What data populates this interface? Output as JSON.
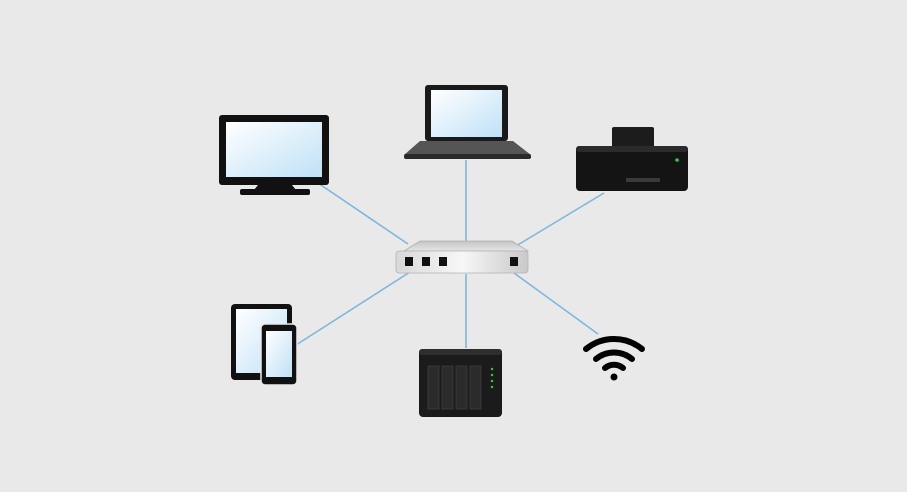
{
  "diagram": {
    "background": "#e9e9e9",
    "link_color": "#7eb6dd",
    "device_color": "#111111",
    "screen_tint": "#d4ecfb",
    "hub": {
      "icon": "network-switch-icon",
      "port_count": 4
    },
    "devices": [
      {
        "id": "monitor",
        "icon": "monitor-icon"
      },
      {
        "id": "laptop",
        "icon": "laptop-icon"
      },
      {
        "id": "printer",
        "icon": "printer-icon"
      },
      {
        "id": "tablet-phone",
        "icon": "tablet-phone-icon"
      },
      {
        "id": "nas",
        "icon": "nas-storage-icon"
      },
      {
        "id": "wifi",
        "icon": "wifi-icon"
      }
    ]
  }
}
